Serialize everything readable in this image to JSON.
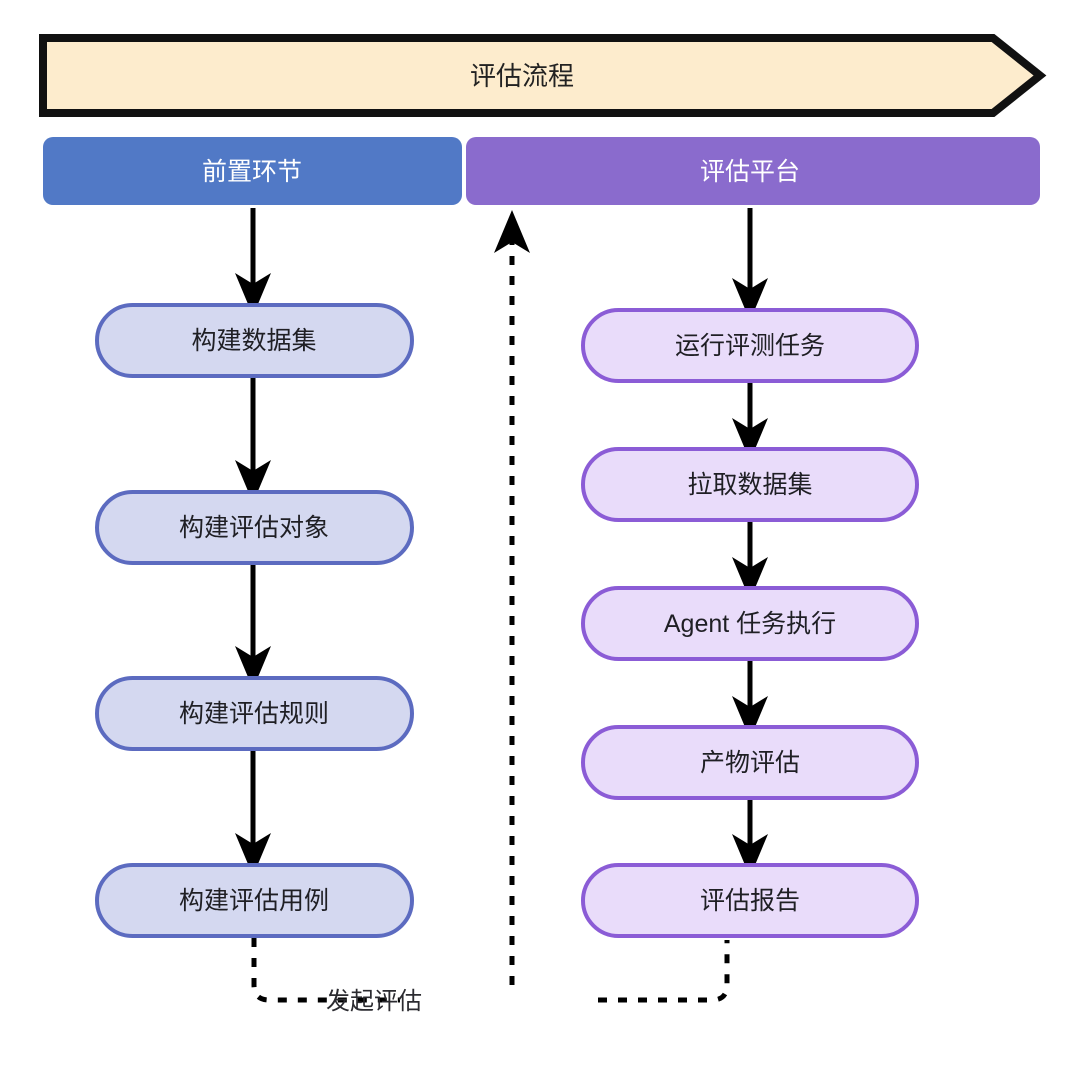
{
  "diagram": {
    "title_banner": {
      "label": "评估流程",
      "fill": "#fdeccd",
      "stroke": "#111111"
    },
    "lanes": [
      {
        "id": "lane-pre",
        "label": "前置环节",
        "fill": "#5179c6",
        "text_color": "#ffffff"
      },
      {
        "id": "lane-platform",
        "label": "评估平台",
        "fill": "#8a6bcd",
        "text_color": "#ffffff"
      }
    ],
    "left_column": {
      "fill": "#d4d8f0",
      "stroke": "#5c6bc0",
      "nodes": [
        {
          "id": "build-dataset",
          "label": "构建数据集"
        },
        {
          "id": "build-eval-object",
          "label": "构建评估对象"
        },
        {
          "id": "build-eval-rule",
          "label": "构建评估规则"
        },
        {
          "id": "build-eval-case",
          "label": "构建评估用例"
        }
      ]
    },
    "right_column": {
      "fill": "#e9dcfa",
      "stroke": "#8b5cd6",
      "nodes": [
        {
          "id": "run-eval-task",
          "label": "运行评测任务"
        },
        {
          "id": "pull-dataset",
          "label": "拉取数据集"
        },
        {
          "id": "agent-task-exec",
          "label": "Agent 任务执行"
        },
        {
          "id": "artifact-eval",
          "label": "产物评估"
        },
        {
          "id": "eval-report",
          "label": "评估报告"
        }
      ]
    },
    "edges": {
      "feedback_label": "发起评估",
      "arrow_color": "#000000",
      "dashed_color": "#000000"
    }
  }
}
